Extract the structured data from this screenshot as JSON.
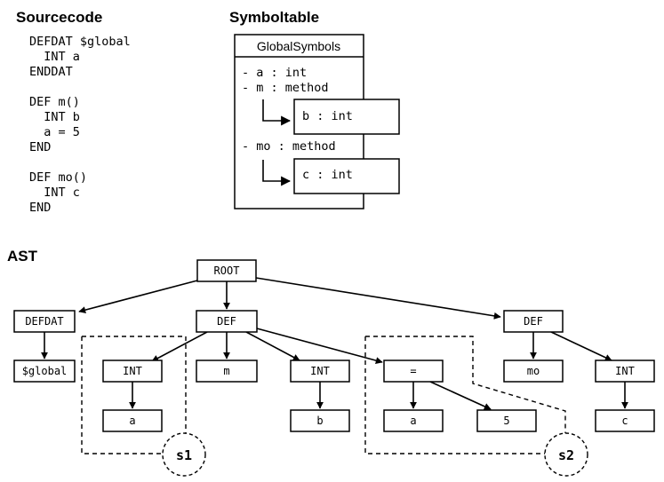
{
  "sections": {
    "sourcecode_heading": "Sourcecode",
    "symboltable_heading": "Symboltable",
    "ast_heading": "AST"
  },
  "source_lines": [
    "DEFDAT $global",
    "  INT a",
    "ENDDAT",
    "",
    "DEF m()",
    "  INT b",
    "  a = 5",
    "END",
    "",
    "DEF mo()",
    "  INT c",
    "END"
  ],
  "symboltable": {
    "title": "GlobalSymbols",
    "entries": [
      "- a : int",
      "- m : method",
      "- mo : method"
    ],
    "nested": [
      "b : int",
      "c : int"
    ]
  },
  "ast": {
    "nodes": {
      "root": "ROOT",
      "defdat": "DEFDAT",
      "def1": "DEF",
      "def2": "DEF",
      "global": "$global",
      "int1": "INT",
      "a1": "a",
      "m": "m",
      "int2": "INT",
      "b": "b",
      "assign": "=",
      "a2": "a",
      "five": "5",
      "mo": "mo",
      "int3": "INT",
      "c": "c"
    },
    "scopes": [
      "s1",
      "s2"
    ]
  }
}
